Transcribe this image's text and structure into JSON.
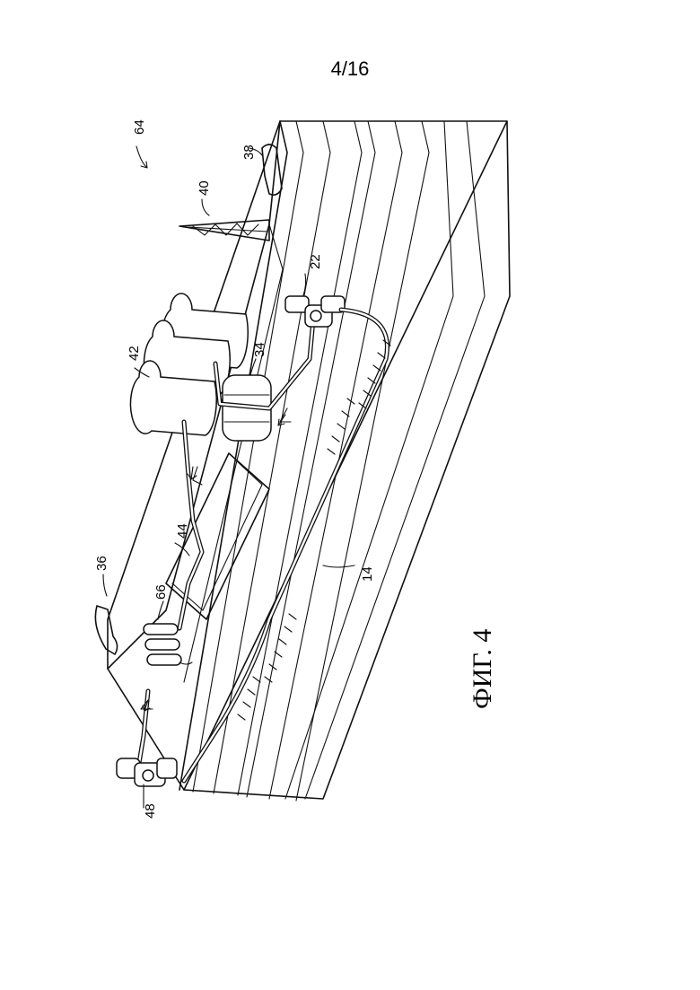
{
  "header": {
    "page_number": "4/16"
  },
  "figure": {
    "caption": "ФИГ. 4",
    "labels": {
      "ref_64": "64",
      "ref_38": "38",
      "ref_40": "40",
      "ref_22": "22",
      "ref_42": "42",
      "ref_34": "34",
      "ref_36": "36",
      "ref_44": "44",
      "ref_66": "66",
      "ref_14": "14",
      "ref_48": "48"
    }
  }
}
